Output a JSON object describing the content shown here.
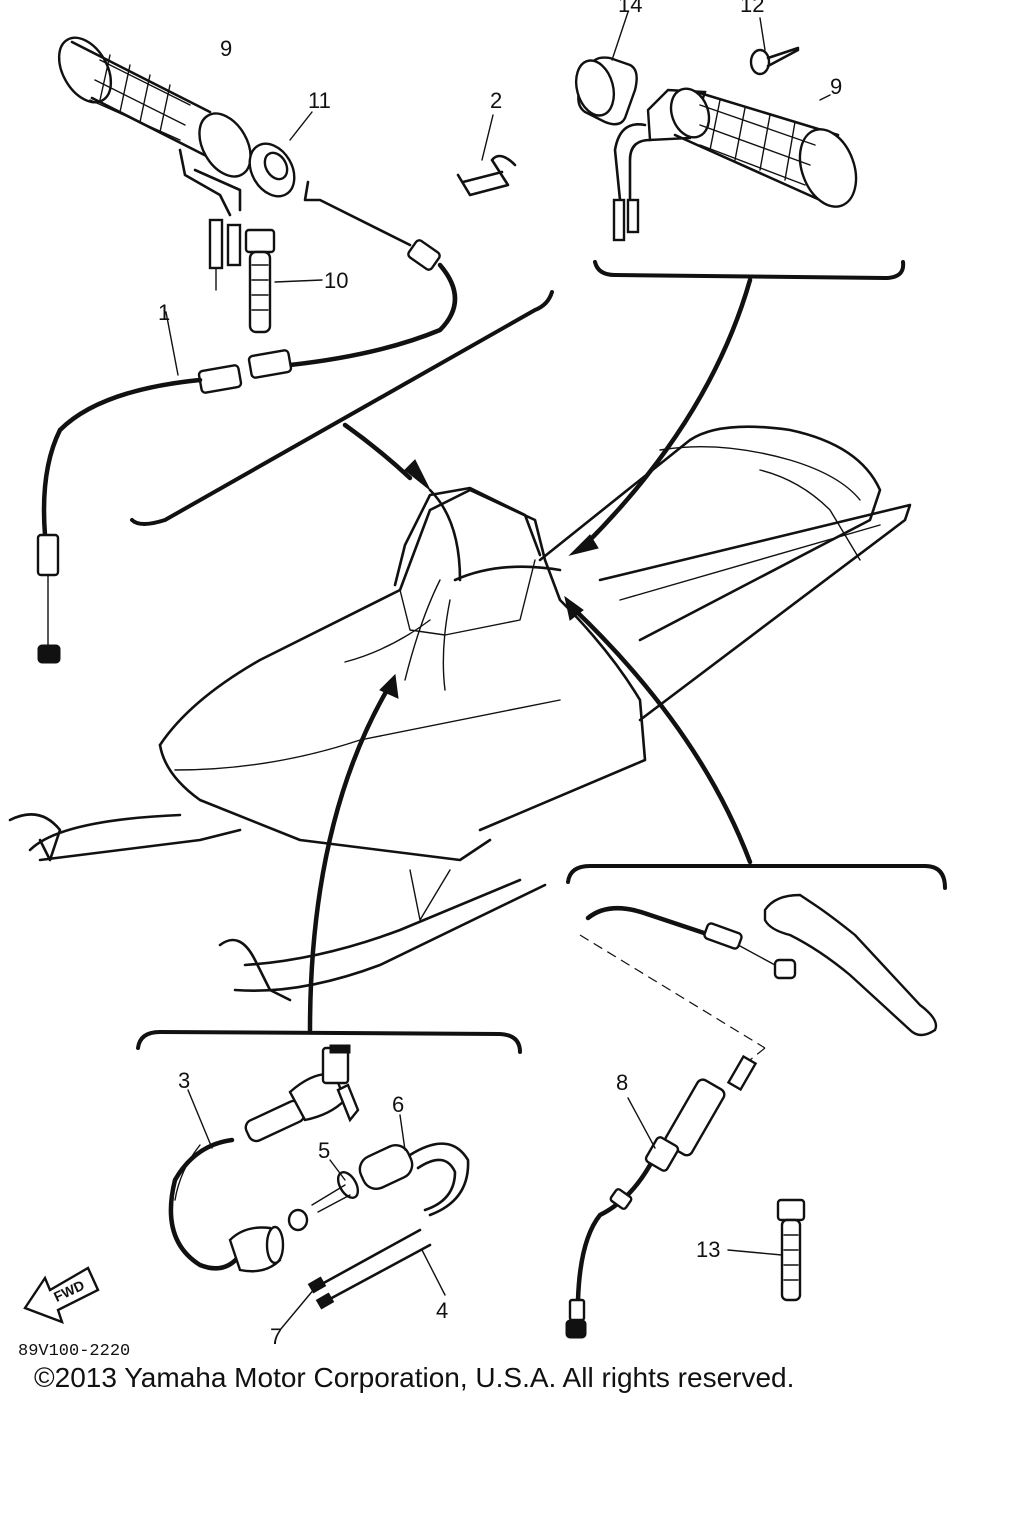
{
  "diagram": {
    "code": "89V100-2220",
    "copyright": "©2013 Yamaha Motor Corporation, U.S.A. All rights reserved.",
    "fwd_label": "FWD",
    "callouts": {
      "p1": "1",
      "p2": "2",
      "p3": "3",
      "p4": "4",
      "p5": "5",
      "p6": "6",
      "p7": "7",
      "p8": "8",
      "p9_left": "9",
      "p9_right": "9",
      "p10": "10",
      "p11": "11",
      "p12": "12",
      "p13": "13",
      "p14": "14"
    }
  }
}
